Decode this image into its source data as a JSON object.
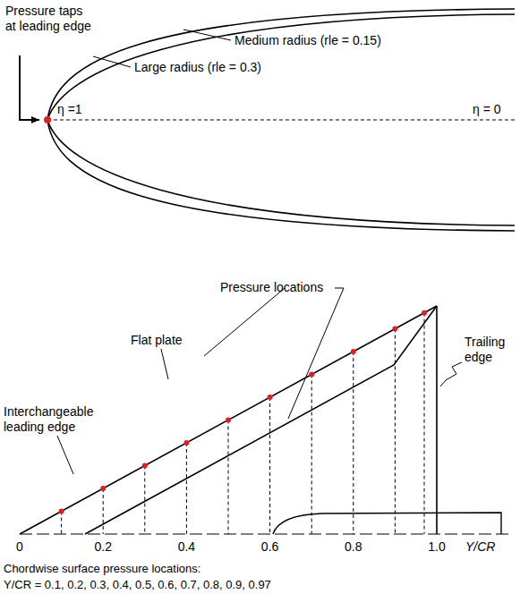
{
  "diagram": {
    "labels": [
      "Pressure taps at leading edge",
      "Medium radius (rle = 0.15)",
      "Large radius (rle = 0.3)",
      "η =1",
      "η = 0",
      "Pressure locations",
      "Flat plate",
      "Interchangeable leading edge",
      "Trailing edge",
      "0",
      "0.2",
      "0.4",
      "0.6",
      "0.8",
      "1.0",
      "Y/CR",
      "Chordwise surface pressure locations:",
      "Y/CR = 0.1, 0.2, 0.3, 0.4, 0.5, 0.6, 0.7, 0.8, 0.9, 0.97"
    ]
  }
}
